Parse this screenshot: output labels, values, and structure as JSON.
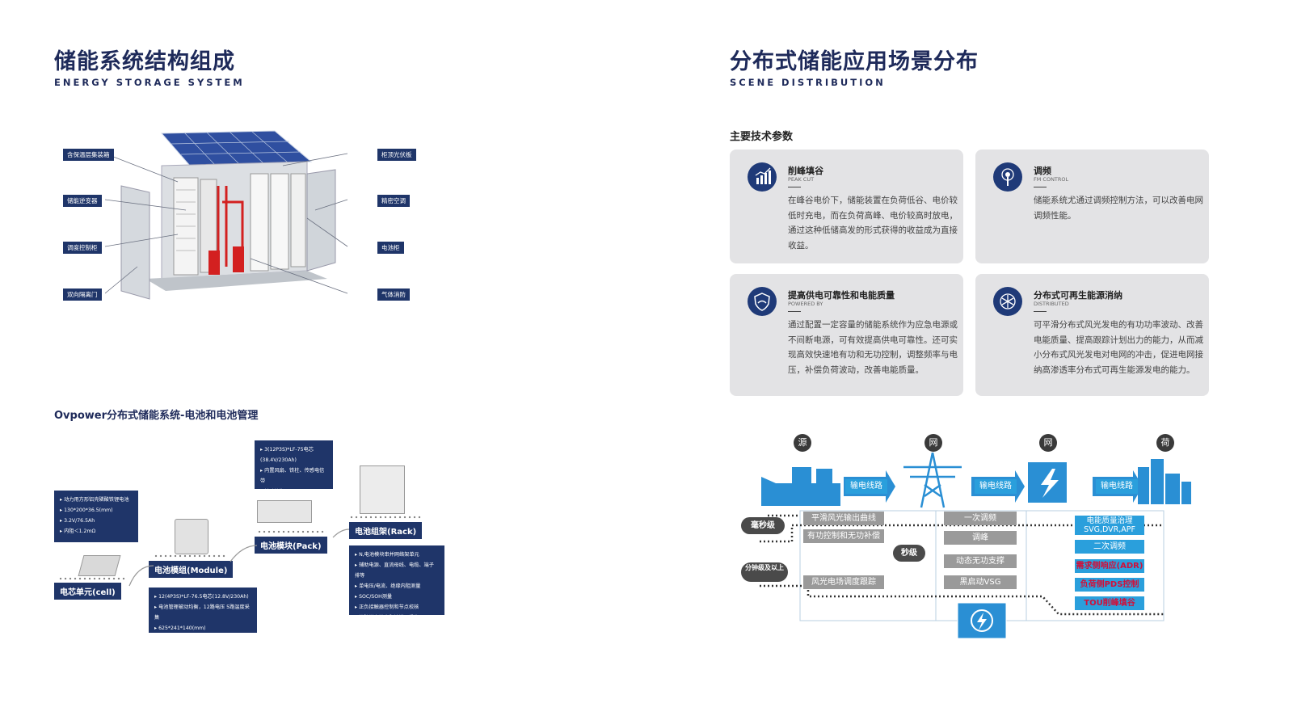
{
  "left": {
    "title": "储能系统结构组成",
    "subtitle": "ENERGY STORAGE SYSTEM",
    "diagram_labels_left": [
      "含保温层集装箱",
      "储能逆变器",
      "调度控制柜",
      "双向隔离门"
    ],
    "diagram_labels_right": [
      "柜顶光伏板",
      "精密空调",
      "电池柜",
      "气体消防"
    ],
    "section_title": "Ovpower分布式储能系统-电池和电池管理",
    "cell_box": [
      "动力用方形铝壳磷酸铁锂电池",
      "130*200*36.5(mm)",
      "3.2V/76.5Ah",
      "内阻＜1.2mΩ"
    ],
    "cell_label": "电芯单元(cell)",
    "module_label": "电池模组(Module)",
    "module_box": [
      "12(4P3S)*LF-76.5电芯(12.8V/230Ah)",
      "电池管理被动均衡，12路电压 5路温度采集",
      "625*241*140(mm)"
    ],
    "pack_box": [
      "3(12P3S)*LF-75电芯 (38.4V/230Ah)",
      "内置风扇、铁柱、传感电信带",
      "被动均衡"
    ],
    "pack_label": "电池模块(Pack)",
    "rack_label": "电池组架(Rack)",
    "rack_box": [
      "N,电池模块串并网络架单元",
      "辅助电源、直流母线、电缆、端子排等",
      "单电压/电流、绝缘内阻测量",
      "SOC/SOH测量",
      "正负接触器控制和节点校核",
      "故障溢出输出和触摸屏操作"
    ]
  },
  "right": {
    "title": "分布式储能应用场景分布",
    "subtitle": "SCENE DISTRIBUTION",
    "params_title": "主要技术参数",
    "cards": [
      {
        "title": "削峰填谷",
        "en": "PEAK CUT",
        "desc": "在峰谷电价下，储能装置在负荷低谷、电价较低时充电，而在负荷高峰、电价较高时放电，通过这种低储高发的形式获得的收益成为直接收益。",
        "icon": "bar-chart-icon"
      },
      {
        "title": "调频",
        "en": "FM CONTROL",
        "desc": "储能系统尤通过调频控制方法，可以改善电网调频性能。",
        "icon": "antenna-icon"
      },
      {
        "title": "提高供电可靠性和电能质量",
        "en": "POWERED BY",
        "desc": "通过配置一定容量的储能系统作为应急电源或不间断电源，可有效提高供电可靠性。还可实现高效快速地有功和无功控制，调整频率与电压，补偿负荷波动，改善电能质量。",
        "icon": "shield-icon"
      },
      {
        "title": "分布式可再生能源消纳",
        "en": "DISTRIBUTED",
        "desc": "可平滑分布式风光发电的有功功率波动、改善电能质量、提高跟踪计划出力的能力，从而减小分布式风光发电对电网的冲击，促进电网接纳高渗透率分布式可再生能源发电的能力。",
        "icon": "snowflake-icon"
      }
    ],
    "scene": {
      "nodes": [
        "源",
        "网",
        "网",
        "荷"
      ],
      "line_label": "输电线路",
      "levels": [
        "毫秒级",
        "秒级",
        "分钟级及以上"
      ],
      "grey_left": [
        "平滑风光输出曲线",
        "有功控制和无功补偿",
        "风光电场调度跟踪"
      ],
      "grey_mid": [
        "一次调频",
        "调峰",
        "动态无功支撑",
        "黑启动VSG"
      ],
      "blue_right": [
        "电能质量治理 SVG,DVR,APF",
        "二次调频"
      ],
      "red_right": [
        "需求侧响应(ADR)",
        "负荷侧PDS控制",
        "TOU削峰填谷"
      ]
    }
  }
}
